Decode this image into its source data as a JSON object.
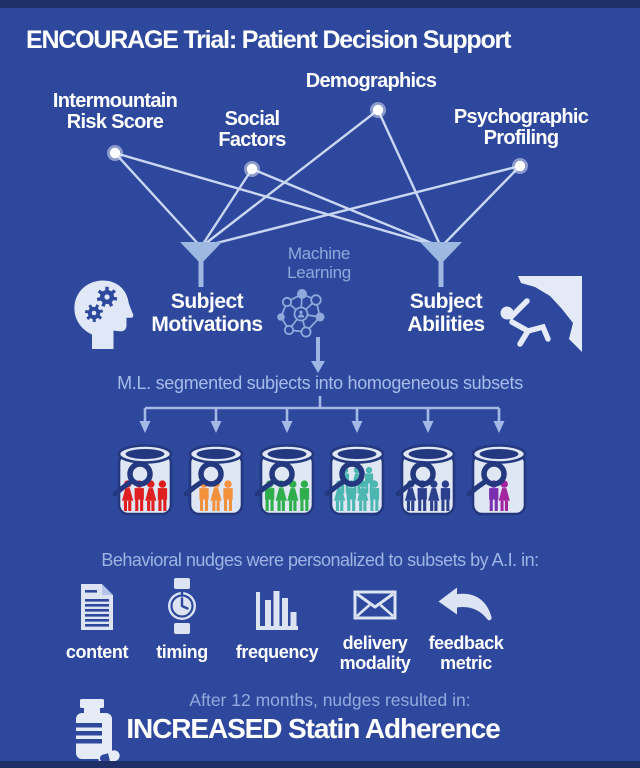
{
  "title": "ENCOURAGE Trial: Patient Decision Support",
  "inputs": [
    {
      "id": "intermountain-risk-score",
      "label": "Intermountain\nRisk Score"
    },
    {
      "id": "social-factors",
      "label": "Social\nFactors"
    },
    {
      "id": "demographics",
      "label": "Demographics"
    },
    {
      "id": "psychographic-profiling",
      "label": "Psychographic\nProfiling"
    }
  ],
  "machine_learning": {
    "label": "Machine\nLearning",
    "icon": "network-nodes-icon"
  },
  "outputs": [
    {
      "id": "subject-motivations",
      "label": "Subject\nMotivations",
      "icon": "head-with-gears-icon"
    },
    {
      "id": "subject-abilities",
      "label": "Subject\nAbilities",
      "icon": "rock-climber-icon"
    }
  ],
  "segmentation": {
    "caption": "M.L. segmented subjects into homogeneous subsets",
    "subsets": [
      {
        "name": "subset-red",
        "color": "#df1f1f",
        "rows": [
          [
            "w",
            "m",
            "w",
            "m"
          ]
        ]
      },
      {
        "name": "subset-orange",
        "color": "#f3913d",
        "rows": [
          [
            "m",
            "w",
            "m"
          ]
        ]
      },
      {
        "name": "subset-green",
        "color": "#2fae4c",
        "rows": [
          [
            "m",
            "w",
            "w",
            "m"
          ]
        ]
      },
      {
        "name": "subset-teal",
        "color": "#4cb6b0",
        "rows": [
          [
            "m",
            "w",
            "m"
          ],
          [
            "w",
            "m",
            "w",
            "m"
          ]
        ]
      },
      {
        "name": "subset-navy",
        "color": "#2c3f8d",
        "rows": [
          [
            "w",
            "m",
            "w",
            "m"
          ]
        ]
      },
      {
        "name": "subset-purple",
        "color": "#7b2fae",
        "colors": [
          "#7b2fae",
          "#a3249e"
        ],
        "rows": [
          [
            "m",
            "w"
          ]
        ]
      }
    ]
  },
  "nudges": {
    "caption": "Behavioral nudges were personalized to subsets by A.I. in:",
    "items": [
      {
        "icon": "document-icon",
        "label": "content"
      },
      {
        "icon": "watch-icon",
        "label": "timing"
      },
      {
        "icon": "bar-chart-icon",
        "label": "frequency"
      },
      {
        "icon": "envelope-icon",
        "label": "delivery\nmodality"
      },
      {
        "icon": "feedback-arrow-icon",
        "label": "feedback\nmetric"
      }
    ]
  },
  "outcome": {
    "lead": "After 12 months, nudges resulted in:",
    "result": "INCREASED Statin Adherence",
    "icon": "pill-bottle-icon"
  },
  "colors": {
    "background": "#2e489e",
    "frame_bar": "#1e2e66",
    "light_icon": "#dfe6f4",
    "line": "#c9d7f2",
    "funnel": "#9db9e2",
    "arrow": "#a3b9e6",
    "ml_accent": "#8fa9dc",
    "bucket_fill": "#dfe6f4",
    "bucket_outline": "#23387e"
  }
}
